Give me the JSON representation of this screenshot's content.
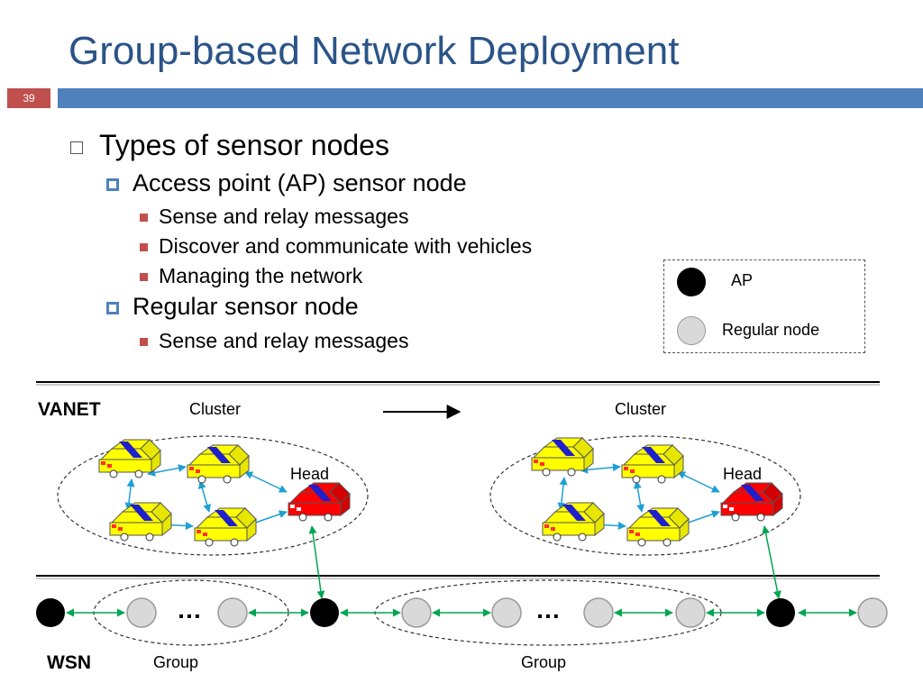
{
  "slide": {
    "title": "Group-based Network Deployment",
    "number": "39"
  },
  "bullets": {
    "level1": "Types of sensor nodes",
    "ap_node": "Access point (AP) sensor node",
    "ap_items": [
      "Sense and relay messages",
      "Discover and communicate with vehicles",
      "Managing the network"
    ],
    "regular_node": "Regular sensor node",
    "regular_items": [
      "Sense and relay messages"
    ]
  },
  "legend": {
    "ap_label": "AP",
    "regular_label": "Regular node",
    "ap_color": "#000000",
    "regular_color": "#d9d9d9"
  },
  "diagram": {
    "vanet_label": "VANET",
    "wsn_label": "WSN",
    "cluster_label": "Cluster",
    "head_label": "Head",
    "group_label": "Group",
    "ellipsis": "…",
    "link_color": "#00a650",
    "vehicle_link_color": "#1e9fd4",
    "car_yellow": "#ffff00",
    "car_red": "#ff0000",
    "car_stripe": "#1f1fcc"
  }
}
